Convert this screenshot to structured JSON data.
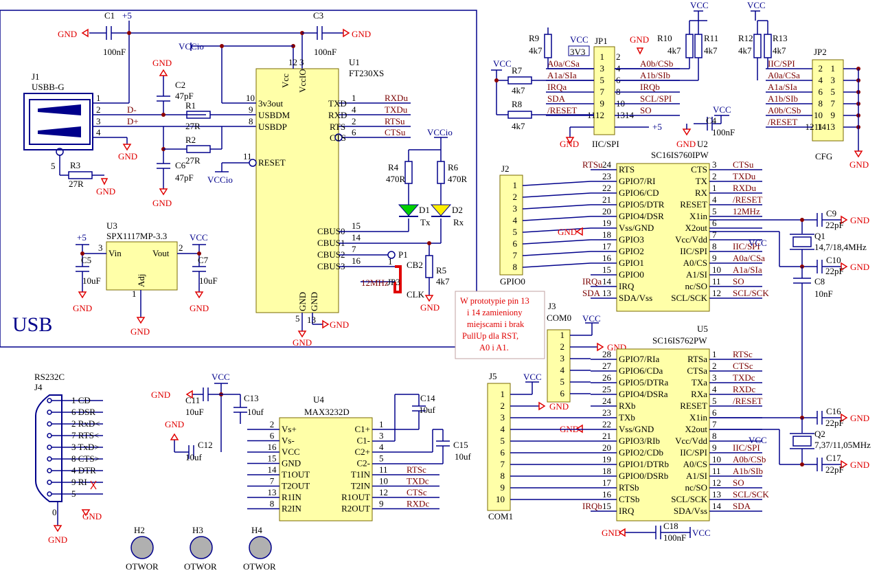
{
  "usb_block": {
    "label": "USB"
  },
  "connectors": {
    "j1": {
      "ref": "J1",
      "type": "USBB-G",
      "pins": [
        "1",
        "2",
        "3",
        "4",
        "5"
      ]
    },
    "j2": {
      "ref": "J2",
      "name": "GPIO0",
      "pins": [
        "1",
        "2",
        "3",
        "4",
        "5",
        "6",
        "7",
        "8"
      ]
    },
    "j3": {
      "ref": "J3",
      "name": "COM0",
      "pins": [
        "1",
        "2",
        "3",
        "4",
        "5",
        "6"
      ]
    },
    "j4": {
      "ref": "J4",
      "type": "RS232C",
      "pins": [
        "1 CD",
        "6 DSR",
        "2 RxD<",
        "7 RTS<",
        "3 TxD>",
        "8 CTS>",
        "4 DTR",
        "9 RI",
        "5"
      ],
      "shield": "0"
    },
    "j5": {
      "ref": "J5",
      "name": "COM1",
      "pins": [
        "1",
        "2",
        "3",
        "4",
        "5",
        "6",
        "7",
        "8",
        "9",
        "10"
      ]
    },
    "jp1": {
      "ref": "JP1",
      "name": "IIC/SPI"
    },
    "jp2": {
      "ref": "JP2",
      "name": "CFG"
    },
    "jp3": {
      "ref": "JP3",
      "name": "CLK",
      "cb": "CB2"
    },
    "p1": {
      "ref": "P1"
    }
  },
  "ics": {
    "u1": {
      "ref": "U1",
      "part": "FT230XS",
      "left_pins": [
        [
          "10",
          "3v3out"
        ],
        [
          "9",
          "USBDM"
        ],
        [
          "8",
          "USBDP"
        ],
        [
          "11",
          "RESET"
        ]
      ],
      "top_pins": [
        [
          "12",
          "Vcc"
        ],
        [
          "3",
          "VccIO"
        ]
      ],
      "right_pins": [
        [
          "1",
          "TXD"
        ],
        [
          "4",
          "RXD"
        ],
        [
          "2",
          "RTS"
        ],
        [
          "6",
          "CTS"
        ]
      ],
      "cbus": [
        [
          "15",
          "CBUS0"
        ],
        [
          "14",
          "CBUS1"
        ],
        [
          "7",
          "CBUS2"
        ],
        [
          "16",
          "CBUS3"
        ]
      ],
      "gnd": [
        [
          "5",
          "GND"
        ],
        [
          "13",
          "GND"
        ]
      ]
    },
    "u2": {
      "ref": "U2",
      "part": "SC16IS760IPW",
      "left": [
        [
          "24",
          "RTS"
        ],
        [
          "23",
          "GPIO7/RI"
        ],
        [
          "22",
          "GPIO6/CD"
        ],
        [
          "21",
          "GPIO5/DTR"
        ],
        [
          "20",
          "GPIO4/DSR"
        ],
        [
          "19",
          "Vss/GND"
        ],
        [
          "18",
          "GPIO3"
        ],
        [
          "17",
          "GPIO2"
        ],
        [
          "16",
          "GPIO1"
        ],
        [
          "15",
          "GPIO0"
        ],
        [
          "14",
          "IRQ"
        ],
        [
          "13",
          "SDA/Vss"
        ]
      ],
      "right": [
        [
          "3",
          "CTS"
        ],
        [
          "2",
          "TX"
        ],
        [
          "1",
          "RX"
        ],
        [
          "4",
          "RESET"
        ],
        [
          "5",
          "X1in"
        ],
        [
          "6",
          "X2out"
        ],
        [
          "7",
          "Vcc/Vdd"
        ],
        [
          "8",
          "IIC/SPI"
        ],
        [
          "9",
          "A0/CS"
        ],
        [
          "10",
          "A1/SI"
        ],
        [
          "11",
          "nc/SO"
        ],
        [
          "12",
          "SCL/SCK"
        ]
      ]
    },
    "u3": {
      "ref": "U3",
      "part": "SPX1117MP-3.3",
      "pins": [
        "Vin",
        "Vout",
        "Adj"
      ],
      "nums": [
        "3",
        "2",
        "1"
      ]
    },
    "u4": {
      "ref": "U4",
      "part": "MAX3232D",
      "left": [
        [
          "2",
          "Vs+"
        ],
        [
          "6",
          "Vs-"
        ],
        [
          "16",
          "VCC"
        ],
        [
          "15",
          "GND"
        ],
        [
          "14",
          "T1OUT"
        ],
        [
          "7",
          "T2OUT"
        ],
        [
          "13",
          "R1IN"
        ],
        [
          "8",
          "R2IN"
        ]
      ],
      "right": [
        [
          "1",
          "C1+"
        ],
        [
          "3",
          "C1-"
        ],
        [
          "4",
          "C2+"
        ],
        [
          "5",
          "C2-"
        ],
        [
          "11",
          "T1IN"
        ],
        [
          "10",
          "T2IN"
        ],
        [
          "12",
          "R1OUT"
        ],
        [
          "9",
          "R2OUT"
        ]
      ]
    },
    "u5": {
      "ref": "U5",
      "part": "SC16IS762PW",
      "left": [
        [
          "28",
          "GPIO7/RIa"
        ],
        [
          "27",
          "GPIO6/CDa"
        ],
        [
          "26",
          "GPIO5/DTRa"
        ],
        [
          "25",
          "GPIO4/DSRa"
        ],
        [
          "24",
          "RXb"
        ],
        [
          "23",
          "TXb"
        ],
        [
          "22",
          "Vss/GND"
        ],
        [
          "21",
          "GPIO3/RIb"
        ],
        [
          "20",
          "GPIO2/CDb"
        ],
        [
          "19",
          "GPIO1/DTRb"
        ],
        [
          "18",
          "GPIO0/DSRb"
        ],
        [
          "17",
          "RTSb"
        ],
        [
          "16",
          "CTSb"
        ],
        [
          "15",
          "IRQ"
        ]
      ],
      "right": [
        [
          "1",
          "RTSa"
        ],
        [
          "2",
          "CTSa"
        ],
        [
          "3",
          "TXa"
        ],
        [
          "4",
          "RXa"
        ],
        [
          "5",
          "RESET"
        ],
        [
          "6",
          "X1in"
        ],
        [
          "7",
          "X2out"
        ],
        [
          "8",
          "Vcc/Vdd"
        ],
        [
          "9",
          "IIC/SPI"
        ],
        [
          "10",
          "A0/CS"
        ],
        [
          "11",
          "A1/SI"
        ],
        [
          "12",
          "nc/SO"
        ],
        [
          "13",
          "SCL/SCK"
        ],
        [
          "14",
          "SDA/Vss"
        ]
      ]
    }
  },
  "passives": {
    "c1": [
      "C1",
      "100nF"
    ],
    "c2": [
      "C2",
      "47pF"
    ],
    "c3": [
      "C3",
      "100nF"
    ],
    "c4": [
      "C4",
      "100nF"
    ],
    "c5": [
      "C5",
      "10uF"
    ],
    "c6": [
      "C6",
      "47pF"
    ],
    "c7": [
      "C7",
      "10uF"
    ],
    "c8": [
      "C8",
      "10nF"
    ],
    "c9": [
      "C9",
      "22pF"
    ],
    "c10": [
      "C10",
      "22pF"
    ],
    "c11": [
      "C11",
      "10uF"
    ],
    "c12": [
      "C12",
      "10uf"
    ],
    "c13": [
      "C13",
      "10uf"
    ],
    "c14": [
      "C14",
      "10uf"
    ],
    "c15": [
      "C15",
      "10uf"
    ],
    "c16": [
      "C16",
      "22pF"
    ],
    "c17": [
      "C17",
      "22pF"
    ],
    "c18": [
      "C18",
      "100nF"
    ],
    "r1": [
      "R1",
      "27R"
    ],
    "r2": [
      "R2",
      "27R"
    ],
    "r3": [
      "R3",
      "27R"
    ],
    "r4": [
      "R4",
      "470R"
    ],
    "r5": [
      "R5",
      "4k7"
    ],
    "r6": [
      "R6",
      "470R"
    ],
    "r7": [
      "R7",
      "4k7"
    ],
    "r8": [
      "R8",
      "4k7"
    ],
    "r9": [
      "R9",
      "4k7"
    ],
    "r10": [
      "R10",
      "4k7"
    ],
    "r11": [
      "R11",
      "4k7"
    ],
    "r12": [
      "R12",
      "4k7"
    ],
    "r13": [
      "R13",
      "4k7"
    ],
    "d1": [
      "D1",
      "Tx"
    ],
    "d2": [
      "D2",
      "Rx"
    ],
    "q1": [
      "Q1",
      "14,7/18,4MHz"
    ],
    "q2": [
      "Q2",
      "7,37/11,05MHz"
    ],
    "h2": [
      "H2",
      "OTWOR"
    ],
    "h3": [
      "H3",
      "OTWOR"
    ],
    "h4": [
      "H4",
      "OTWOR"
    ]
  },
  "nets": {
    "gnd": "GND",
    "vcc": "VCC",
    "vccio": "VCCio",
    "plus5": "+5",
    "plus5b": "+5",
    "v3v3": "3V3",
    "dminus": "D-",
    "dplus": "D+",
    "mhz12": "12MHz",
    "u1_txdu": "RXDu",
    "u1_rxdu": "TXDu",
    "u1_rts": "RTSu",
    "u1_cts": "CTSu",
    "u2_left": [
      "RTSu",
      "IRQa",
      "SDA"
    ],
    "u2_right": [
      "CTSu",
      "TXDu",
      "RXDu",
      "/RESET",
      "12MHz",
      "IIC/SPI",
      "A0a/CSa",
      "A1a/SIa",
      "SO",
      "SCL/SCK"
    ],
    "u5_right": [
      "RTSc",
      "CTSc",
      "TXDc",
      "RXDc",
      "/RESET",
      "IIC/SPI",
      "A0b/CSb",
      "A1b/SIb",
      "SO",
      "SCL/SCK",
      "SDA"
    ],
    "u5_left": [
      "IRQb"
    ],
    "u4_right": [
      "RTSc",
      "TXDc",
      "CTSc",
      "RXDc"
    ],
    "jp1_left": [
      "A0a/CSa",
      "A1a/SIa",
      "IRQa",
      "SDA",
      "/RESET"
    ],
    "jp1_right": [
      "A0b/CSb",
      "A1b/SIb",
      "IRQb",
      "SCL/SPI",
      "SO",
      "+5"
    ],
    "jp2_left": [
      "IIC/SPI",
      "A0a/CSa",
      "A1a/SIa",
      "A1b/SIb",
      "A0b/CSb",
      "/RESET"
    ],
    "jp1_pins": [
      "1",
      "2",
      "3",
      "4",
      "5",
      "6",
      "7",
      "8",
      "9",
      "10",
      "1112",
      "1314"
    ],
    "jp2_pins": [
      "2",
      "1",
      "4",
      "3",
      "6",
      "5",
      "8",
      "7",
      "10",
      "9",
      "1211",
      "1413"
    ]
  },
  "note": {
    "lines": [
      "W prototypie pin 13",
      "i 14 zamieniony",
      "miejscami i brak",
      "PullUp dla RST,",
      "A0 i A1."
    ]
  }
}
